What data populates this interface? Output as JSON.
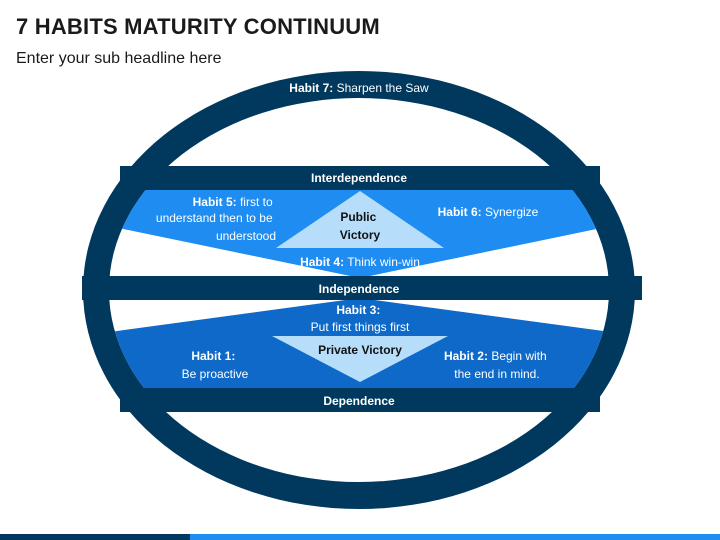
{
  "header": {
    "title": "7 HABITS MATURITY CONTINUUM",
    "subtitle": "Enter your sub headline here"
  },
  "colors": {
    "navy": "#00395d",
    "bright_blue": "#1f8cf2",
    "mid_blue": "#0f69c8",
    "pale_blue": "#b6ddfa",
    "white": "#ffffff",
    "text_dark": "#111111"
  },
  "diagram": {
    "habit7": {
      "label": "Habit 7:",
      "text": " Sharpen the Saw"
    },
    "interdependence": "Interdependence",
    "habit5": {
      "label": "Habit 5:",
      "line1": " first to",
      "line2": "understand then to be",
      "line3": "understood"
    },
    "habit6": {
      "label": "Habit 6:",
      "text": " Synergize"
    },
    "public_victory": {
      "line1": "Public",
      "line2": "Victory"
    },
    "habit4": {
      "label": "Habit 4:",
      "text": " Think win-win"
    },
    "independence": "Independence",
    "habit3": {
      "label": "Habit 3:",
      "line2": "Put first things first"
    },
    "private_victory": "Private Victory",
    "habit1": {
      "label": "Habit 1:",
      "line2": "Be proactive"
    },
    "habit2": {
      "label": "Habit 2:",
      "text": " Begin with",
      "line2": "the end in mind."
    },
    "dependence": "Dependence"
  }
}
